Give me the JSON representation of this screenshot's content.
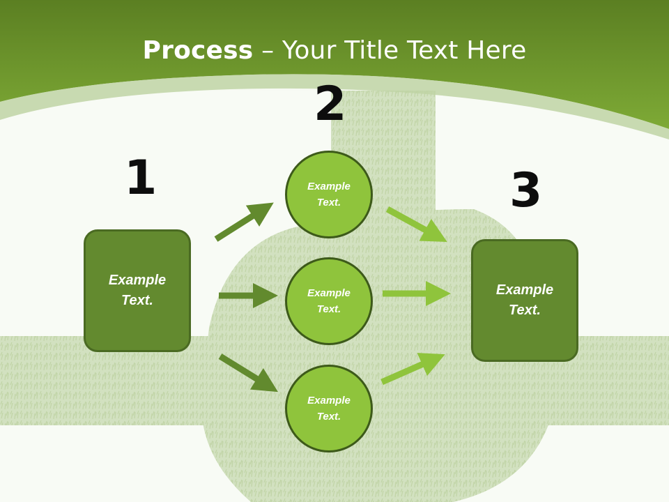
{
  "title": {
    "bold": "Process",
    "rest": " – Your Title Text Here"
  },
  "colors": {
    "header_green": "#6b9a2a",
    "box_green": "#638a2f",
    "circle_green": "#8fc43c",
    "arrow_dark": "#628a2e",
    "arrow_light": "#8fc43c"
  },
  "steps": [
    {
      "number": "1",
      "label": "Example Text."
    },
    {
      "number": "2",
      "labels": [
        "Example Text.",
        "Example Text.",
        "Example Text."
      ]
    },
    {
      "number": "3",
      "label": "Example Text."
    }
  ]
}
